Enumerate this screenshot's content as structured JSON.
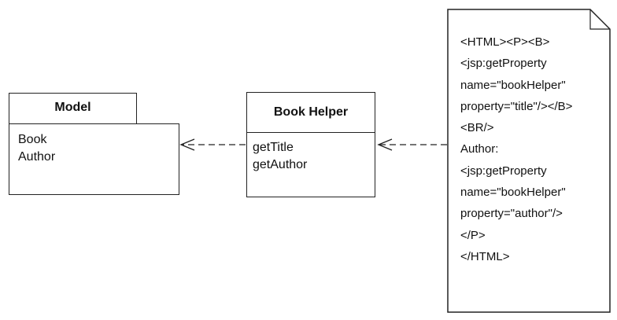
{
  "model_package": {
    "title": "Model",
    "items": [
      "Book",
      "Author"
    ]
  },
  "book_helper_class": {
    "title": "Book Helper",
    "operations": [
      "getTitle",
      "getAuthor"
    ]
  },
  "jsp_note": {
    "lines": [
      "<HTML><P><B>",
      "<jsp:getProperty",
      "name=\"bookHelper\"",
      "property=\"title\"/></B>",
      "<BR/>",
      "Author:",
      "<jsp:getProperty",
      "name=\"bookHelper\"",
      "property=\"author\"/>",
      "</P>",
      "</HTML>"
    ]
  }
}
